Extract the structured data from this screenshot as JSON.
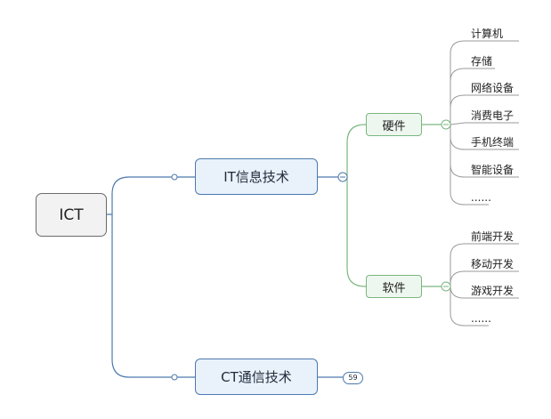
{
  "root": {
    "label": "ICT"
  },
  "branches": [
    {
      "label": "IT信息技术",
      "children": [
        {
          "label": "硬件",
          "items": [
            "计算机",
            "存储",
            "网络设备",
            "消费电子",
            "手机终端",
            "智能设备",
            "......"
          ]
        },
        {
          "label": "软件",
          "items": [
            "前端开发",
            "移动开发",
            "游戏开发",
            "......"
          ]
        }
      ]
    },
    {
      "label": "CT通信技术",
      "collapsed_count": "59"
    }
  ],
  "colors": {
    "main_line": "#4d79ad",
    "sub_line": "#79b67f",
    "leaf_line": "#9a9a9a"
  }
}
